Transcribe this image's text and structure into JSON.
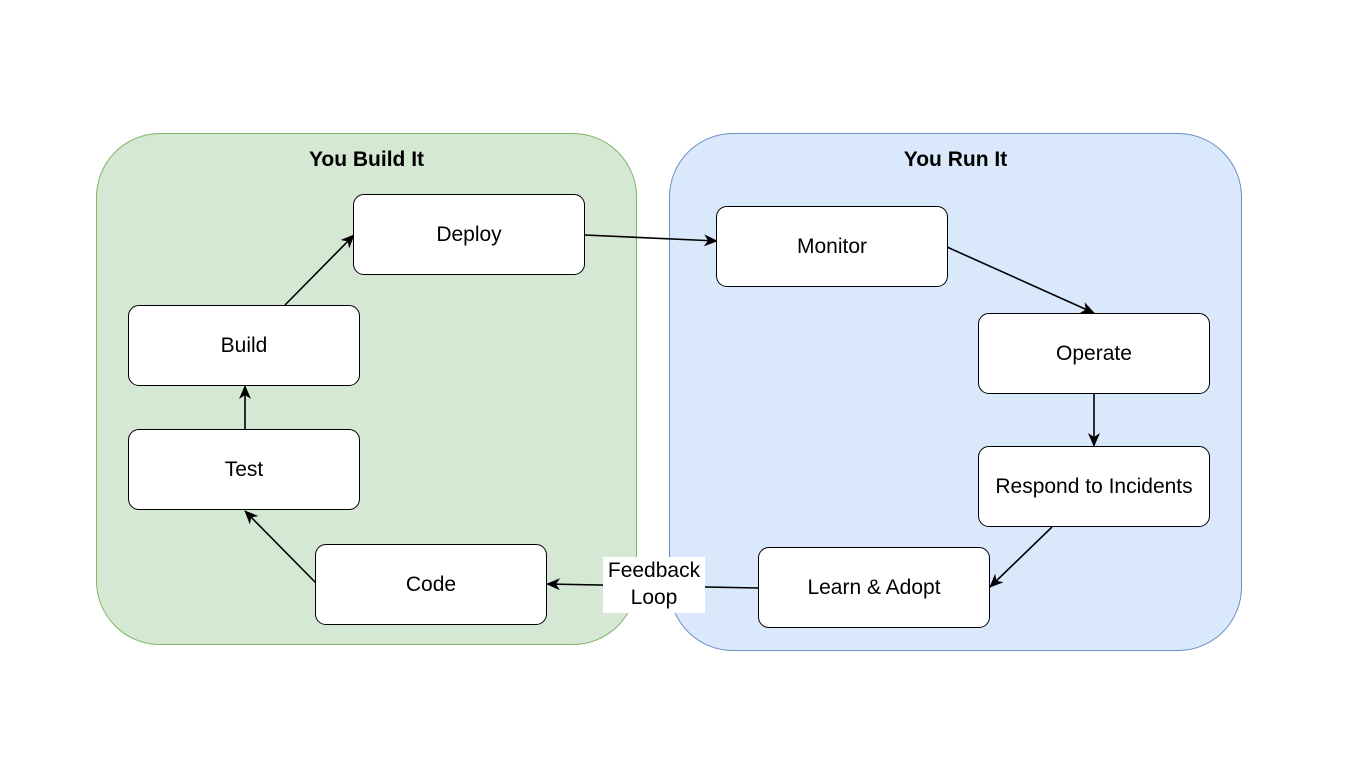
{
  "groups": {
    "build": {
      "title": "You Build It",
      "fill": "#d5e8d4",
      "stroke": "#82b366"
    },
    "run": {
      "title": "You Run It",
      "fill": "#dae8fc",
      "stroke": "#6c8ebf"
    }
  },
  "nodes": {
    "deploy": "Deploy",
    "build": "Build",
    "test": "Test",
    "code": "Code",
    "monitor": "Monitor",
    "operate": "Operate",
    "respond": "Respond to Incidents",
    "learn": "Learn & Adopt"
  },
  "edges": [
    {
      "from": "code",
      "to": "test"
    },
    {
      "from": "test",
      "to": "build"
    },
    {
      "from": "build",
      "to": "deploy"
    },
    {
      "from": "deploy",
      "to": "monitor"
    },
    {
      "from": "monitor",
      "to": "operate"
    },
    {
      "from": "operate",
      "to": "respond"
    },
    {
      "from": "respond",
      "to": "learn"
    },
    {
      "from": "learn",
      "to": "code",
      "label": [
        "Feedback",
        "Loop"
      ]
    }
  ],
  "colors": {
    "line": "#000000",
    "node_fill": "#ffffff"
  }
}
